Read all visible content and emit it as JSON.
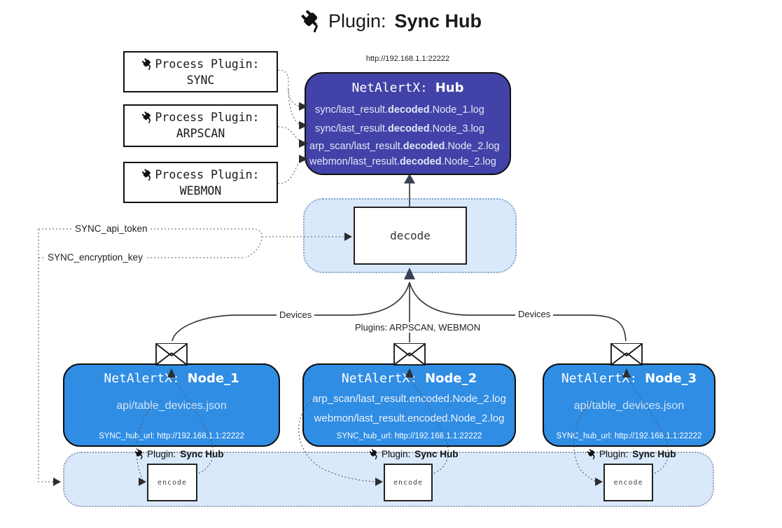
{
  "title": {
    "icon": "plug-icon",
    "prefix": "Plugin:",
    "name": "Sync Hub"
  },
  "hub": {
    "url": "http://192.168.1.1:22222",
    "title_prefix": "NetAlertX:",
    "title_name": "Hub",
    "logs": [
      {
        "pre": "sync/last_result.",
        "bold": "decoded",
        "post": ".Node_1.log"
      },
      {
        "pre": "sync/last_result.",
        "bold": "decoded",
        "post": ".Node_3.log"
      },
      {
        "pre": "arp_scan/last_result.",
        "bold": "decoded",
        "post": ".Node_2.log"
      },
      {
        "pre": "webmon/last_result.",
        "bold": "decoded",
        "post": ".Node_2.log"
      }
    ]
  },
  "process_plugins": [
    {
      "label": "Process Plugin:",
      "name": "SYNC"
    },
    {
      "label": "Process Plugin:",
      "name": "ARPSCAN"
    },
    {
      "label": "Process Plugin:",
      "name": "WEBMON"
    }
  ],
  "decode_label": "decode",
  "config": {
    "api_token": "SYNC_api_token",
    "encryption_key": "SYNC_encryption_key"
  },
  "edge_labels": {
    "devices_left": "Devices",
    "plugins": "Plugins: ARPSCAN, WEBMON",
    "devices_right": "Devices"
  },
  "nodes": [
    {
      "title_prefix": "NetAlertX:",
      "title_name": "Node_1",
      "files": [
        "api/table_devices.json"
      ],
      "hub_url": "SYNC_hub_url: http://192.168.1.1:22222"
    },
    {
      "title_prefix": "NetAlertX:",
      "title_name": "Node_2",
      "files": [
        "arp_scan/last_result.encoded.Node_2.log",
        "webmon/last_result.encoded.Node_2.log"
      ],
      "hub_url": "SYNC_hub_url: http://192.168.1.1:22222"
    },
    {
      "title_prefix": "NetAlertX:",
      "title_name": "Node_3",
      "files": [
        "api/table_devices.json"
      ],
      "hub_url": "SYNC_hub_url: http://192.168.1.1:22222"
    }
  ],
  "encode": {
    "plugin_prefix": "Plugin:",
    "plugin_name": "Sync Hub",
    "label": "encode"
  },
  "colors": {
    "hub_fill": "#4242a8",
    "node_fill": "#2f8de4",
    "panel_fill": "#d9e9fb",
    "panel_border": "#86a6c6",
    "band_border": "#98a4b2",
    "line": "#3c3c3c",
    "dotted": "#7a7a7a",
    "arrow_dark": "#3a4354",
    "hub_log_text": "#e3e7f6",
    "node_file_text": "#d5e6f8",
    "text": "#1a1a1a"
  }
}
